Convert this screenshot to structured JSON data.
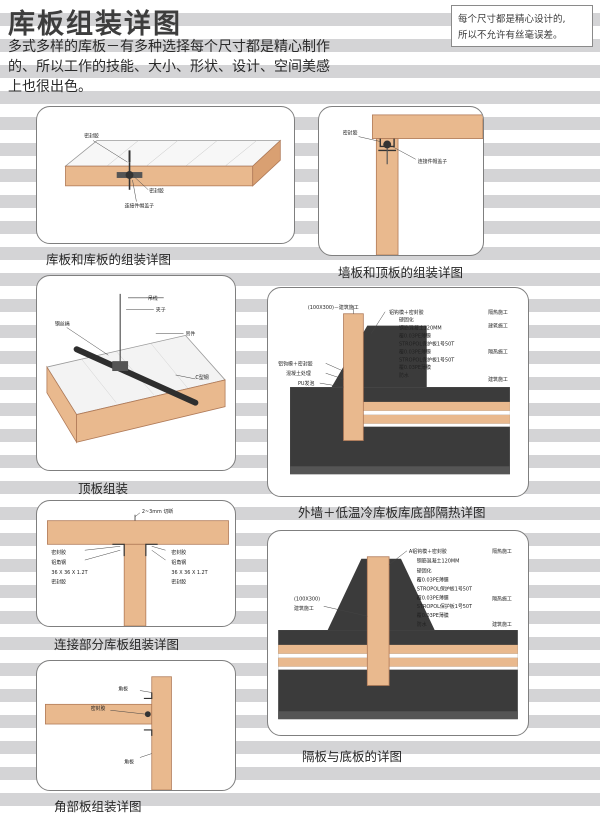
{
  "page": {
    "title": "库板组装详图",
    "note_lines": [
      "每个尺寸都是精心设计的,",
      "所以不允许有丝毫误差。"
    ],
    "intro_lines": [
      "多式多样的库板－有多种选择每个尺寸都是精心制作",
      "的、所以工作的技能、大小、形状、设计、空间美感",
      "上也很出色。"
    ]
  },
  "colors": {
    "insulation": "#e9b98e",
    "panel_edge": "#b07a58",
    "concrete": "#3b3b3b",
    "frame": "#7f7f7f"
  },
  "panels": {
    "panel_to_panel": {
      "caption": "库板和库板的组装详图",
      "labels": {
        "sealant_top": "密封胶",
        "sealant_bottom": "密封胶",
        "connector": "连接件帽盖子"
      }
    },
    "wall_ceiling": {
      "caption": "墙板和顶板的组装详图",
      "labels": {
        "sealant": "密封胶",
        "connector": "连接件帽盖子"
      }
    },
    "ceiling_assembly": {
      "caption": "顶板组装",
      "labels": {
        "hanger": "吊线",
        "clamp": "夹子",
        "suspension_cable": "钢丝绳",
        "bolt": "吊件",
        "c_steel": "C型钢"
      }
    },
    "outer_wall_floor": {
      "caption": "外墙＋低温冷库板库底部隔热详图",
      "labels": {
        "dim": "(100X300)－建筑施工",
        "angle_sealant": "铝钩模＋密封胶",
        "hardening": "硬固化",
        "rc": "钢筋混凝土120MM",
        "pe1": "覆0.03PE薄膜",
        "stropol1": "STROPOL保护板1号50T",
        "pe2": "覆0.03PE薄膜",
        "stropol2": "STROPOL保护板1号50T",
        "pe3": "覆0.03PE薄膜",
        "waterproof": "防水",
        "left_sealant": "铝钩模＋密封胶",
        "concrete_treatment": "混凝土处理",
        "pu_foam": "PU发泡",
        "insul_work1": "隔热施工",
        "build_work1": "建筑施工",
        "insul_work2": "隔热施工",
        "build_work2": "建筑施工"
      }
    },
    "connection": {
      "caption": "连接部分库板组装详图",
      "labels": {
        "cut": "2~3mm 切断",
        "sealant_l1": "密封胶",
        "angle_l": "铝角钢",
        "size_l": "36 X 36 X 1.2T",
        "sealant_l2": "密封胶",
        "sealant_r1": "密封胶",
        "angle_r": "铝角钢",
        "size_r": "36 X 36 X 1.2T",
        "sealant_r2": "密封胶"
      }
    },
    "partition_floor": {
      "caption": "隔板与底板的详图",
      "labels": {
        "angle_sealant": "A铝钩模＋密封胶",
        "rc": "钢筋混凝土120MM",
        "hardening": "硬固化",
        "pe1": "覆0.03PE薄膜",
        "stropol1": "STROPOL保护板1号50T",
        "pe2": "覆0.03PE薄膜",
        "stropol2": "STROPOL保护板1号50T",
        "pe3": "覆0.03PE薄膜",
        "waterproof": "防水",
        "dim": "(100X300)",
        "build_left": "建筑施工",
        "insul_work1": "隔热施工",
        "insul_work2": "隔热施工",
        "build_work": "建筑施工"
      }
    },
    "corner": {
      "caption": "角部板组装详图",
      "labels": {
        "corner_top": "角板",
        "sealant": "密封胶",
        "corner_bottom": "角板"
      }
    }
  }
}
